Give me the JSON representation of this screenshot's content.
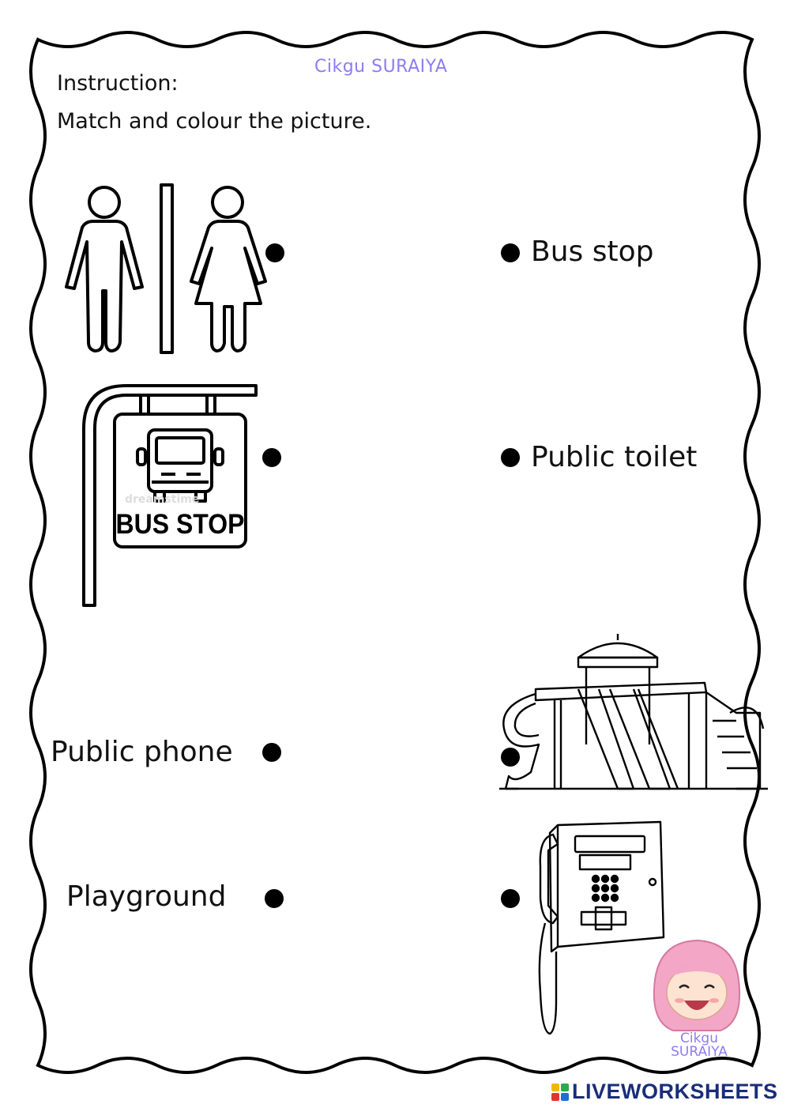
{
  "header": {
    "brand": "Cikgu SURAIYA",
    "instruction_title": "Instruction:",
    "instruction_text": "Match and colour the picture."
  },
  "left_column": {
    "pictures": [
      {
        "icon": "public-toilet-icon"
      },
      {
        "icon": "bus-stop-sign-icon",
        "sign_text": "BUS STOP",
        "watermark": "dreamstime"
      }
    ],
    "labels": [
      "Public phone",
      "Playground"
    ]
  },
  "right_column": {
    "labels": [
      "Bus stop",
      "Public toilet"
    ],
    "pictures": [
      {
        "icon": "playground-icon"
      },
      {
        "icon": "public-phone-icon"
      }
    ]
  },
  "mascot": {
    "text_line1": "Cikgu",
    "text_line2": "SURAIYA"
  },
  "footer": {
    "logo_text": "LIVEWORKSHEETS"
  },
  "colors": {
    "brand": "#8f7cf0",
    "footer_logo": "#1a2d7a",
    "ink": "#000000"
  }
}
